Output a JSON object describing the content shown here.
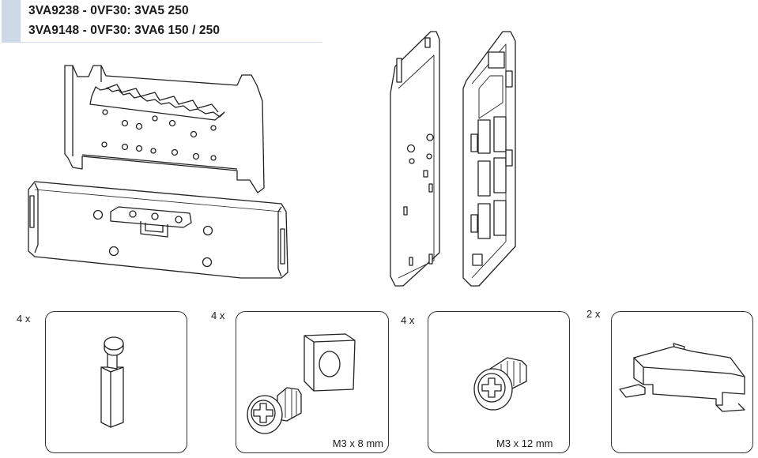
{
  "header": {
    "line1": "3VA9238 - 0VF30: 3VA5 250",
    "line2": "3VA9148 - 0VF30: 3VA6 150 / 250"
  },
  "parts": [
    {
      "quantity": "4 x",
      "icon": "spacer-bolt-icon",
      "size": ""
    },
    {
      "quantity": "4 x",
      "icon": "square-nut-screw-icon",
      "size": "M3 x 8 mm"
    },
    {
      "quantity": "4 x",
      "icon": "screw-icon",
      "size": "M3 x 12 mm"
    },
    {
      "quantity": "2 x",
      "icon": "din-clip-icon",
      "size": ""
    }
  ]
}
